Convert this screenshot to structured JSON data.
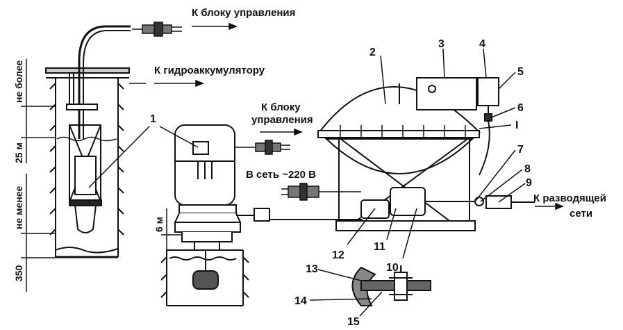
{
  "labels": {
    "to_control_unit_top": "К блоку управления",
    "to_accumulator": "К гидроаккумулятору",
    "to_control_unit_mid_1": "К блоку",
    "to_control_unit_mid_2": "управления",
    "to_mains": "В сеть ~220 В",
    "to_distribution_1": "К разводящей",
    "to_distribution_2": "сети",
    "section_mark_top": "I",
    "section_mark_bottom": "I"
  },
  "dimensions": {
    "depth_25": "25 м",
    "not_more": "не более",
    "not_less": "не менее",
    "depth_350": "350",
    "depth_6": "6 м"
  },
  "callouts": [
    "1",
    "2",
    "3",
    "4",
    "5",
    "6",
    "7",
    "8",
    "9",
    "10",
    "11",
    "12",
    "13",
    "14",
    "15"
  ]
}
